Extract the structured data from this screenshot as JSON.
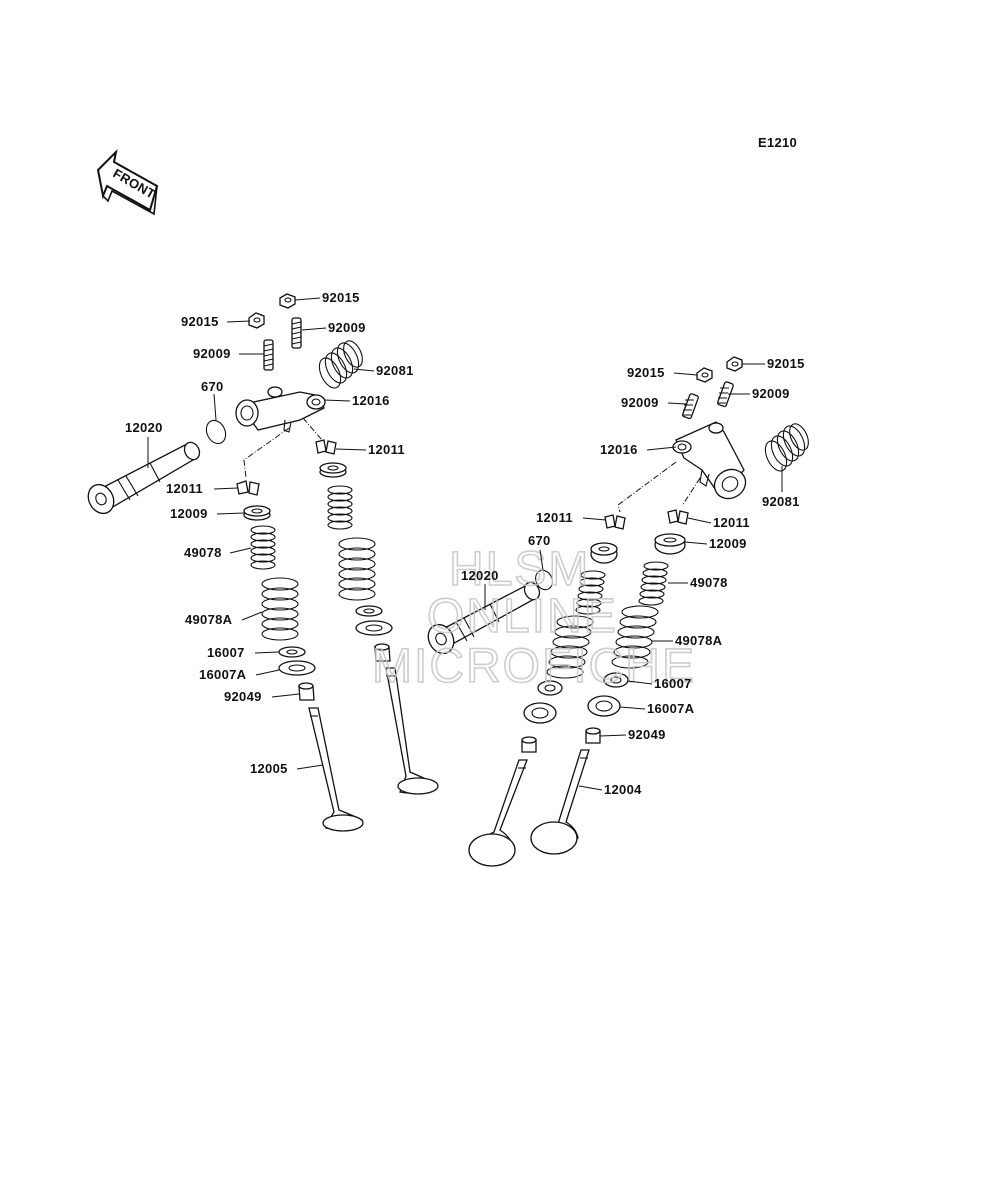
{
  "diagram": {
    "code": "E1210",
    "front_label": "FRONT",
    "watermark": [
      "HLSM",
      "ONLINE",
      "MICROFICHE"
    ],
    "callouts": [
      {
        "id": "c01",
        "text": "92015"
      },
      {
        "id": "c02",
        "text": "92015"
      },
      {
        "id": "c03",
        "text": "92009"
      },
      {
        "id": "c04",
        "text": "92009"
      },
      {
        "id": "c05",
        "text": "92081"
      },
      {
        "id": "c06",
        "text": "670"
      },
      {
        "id": "c07",
        "text": "12016"
      },
      {
        "id": "c08",
        "text": "12020"
      },
      {
        "id": "c09",
        "text": "12011"
      },
      {
        "id": "c10",
        "text": "12011"
      },
      {
        "id": "c11",
        "text": "12009"
      },
      {
        "id": "c12",
        "text": "49078"
      },
      {
        "id": "c13",
        "text": "49078A"
      },
      {
        "id": "c14",
        "text": "16007"
      },
      {
        "id": "c15",
        "text": "16007A"
      },
      {
        "id": "c16",
        "text": "92049"
      },
      {
        "id": "c17",
        "text": "12005"
      },
      {
        "id": "c18",
        "text": "92015"
      },
      {
        "id": "c19",
        "text": "92015"
      },
      {
        "id": "c20",
        "text": "92009"
      },
      {
        "id": "c21",
        "text": "92009"
      },
      {
        "id": "c22",
        "text": "12016"
      },
      {
        "id": "c23",
        "text": "92081"
      },
      {
        "id": "c24",
        "text": "12011"
      },
      {
        "id": "c25",
        "text": "12011"
      },
      {
        "id": "c26",
        "text": "670"
      },
      {
        "id": "c27",
        "text": "12009"
      },
      {
        "id": "c28",
        "text": "12020"
      },
      {
        "id": "c29",
        "text": "49078"
      },
      {
        "id": "c30",
        "text": "49078A"
      },
      {
        "id": "c31",
        "text": "16007"
      },
      {
        "id": "c32",
        "text": "16007A"
      },
      {
        "id": "c33",
        "text": "92049"
      },
      {
        "id": "c34",
        "text": "12004"
      }
    ]
  }
}
